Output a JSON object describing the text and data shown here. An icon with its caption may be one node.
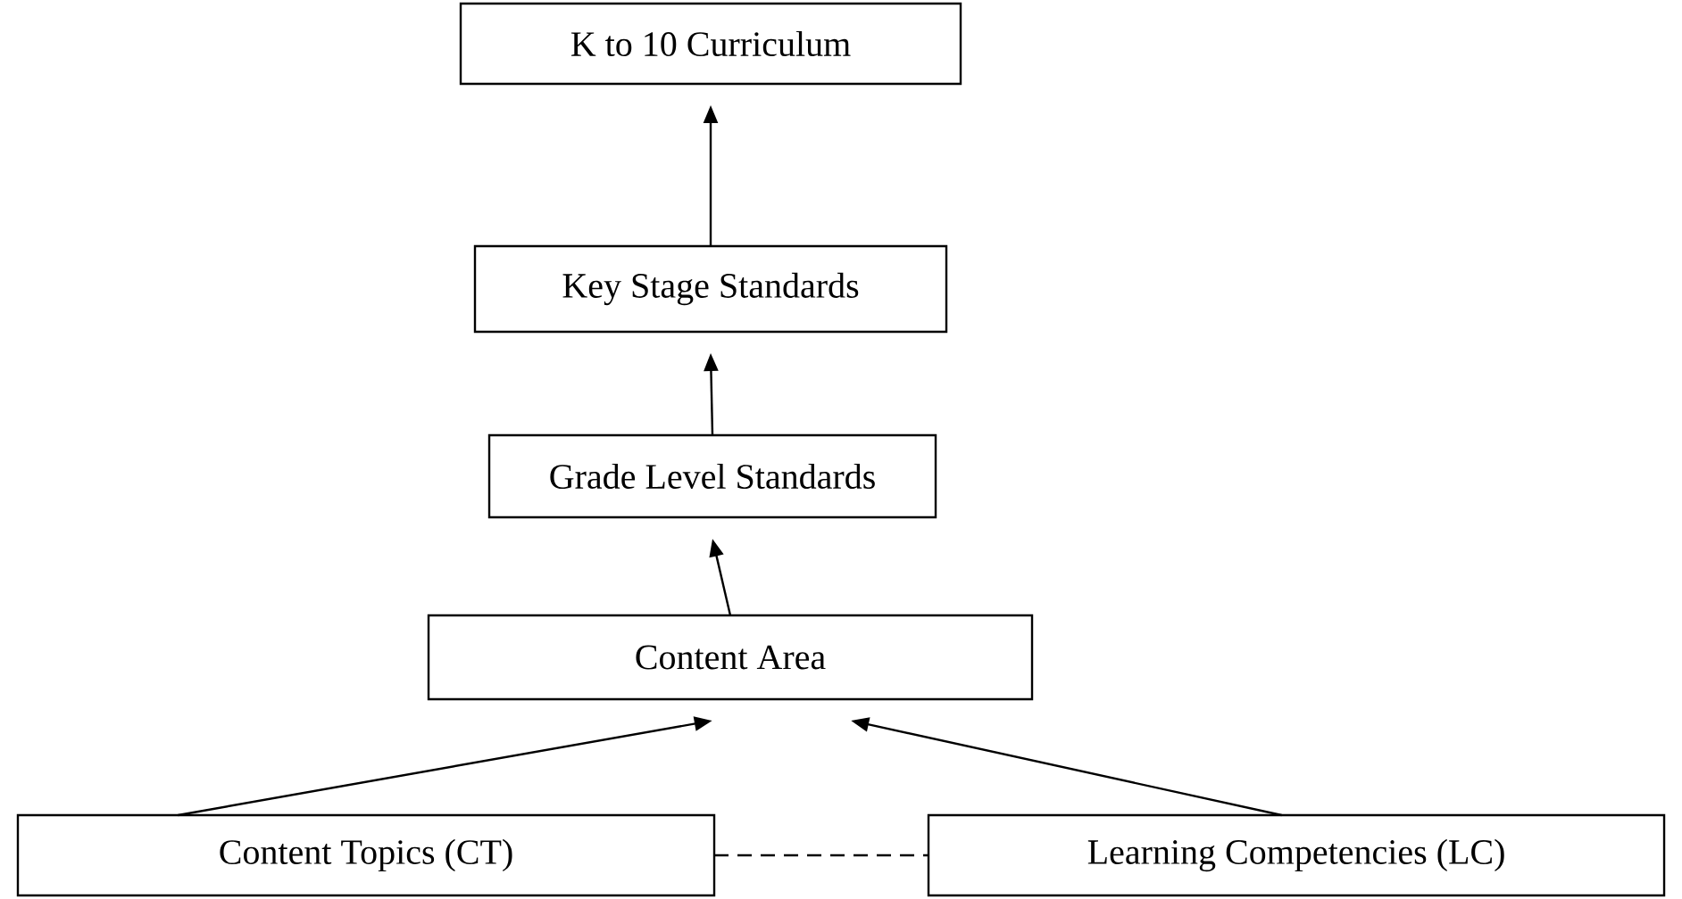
{
  "diagram": {
    "nodes": [
      {
        "text": [
          "K to 10 Curriculum"
        ]
      },
      {
        "text": [
          "Key Stage Standards"
        ]
      },
      {
        "text": [
          "Grade Level Standards"
        ]
      },
      {
        "text": [
          "Content Area"
        ]
      },
      {
        "text": [
          "Content Topics (CT)"
        ]
      },
      {
        "text": [
          "Learning Competencies (LC)"
        ]
      }
    ],
    "edges": [
      {
        "from": 1,
        "to": 0,
        "arrow": "to"
      },
      {
        "from": 2,
        "to": 1,
        "arrow": "to"
      },
      {
        "from": 3,
        "to": 2,
        "arrow": "to"
      },
      {
        "from": 4,
        "to": 3,
        "arrow": "to"
      },
      {
        "from": 5,
        "to": 3,
        "arrow": "to"
      },
      {
        "from": 4,
        "to": 5,
        "arrow": "none",
        "style": "dashed"
      }
    ]
  }
}
